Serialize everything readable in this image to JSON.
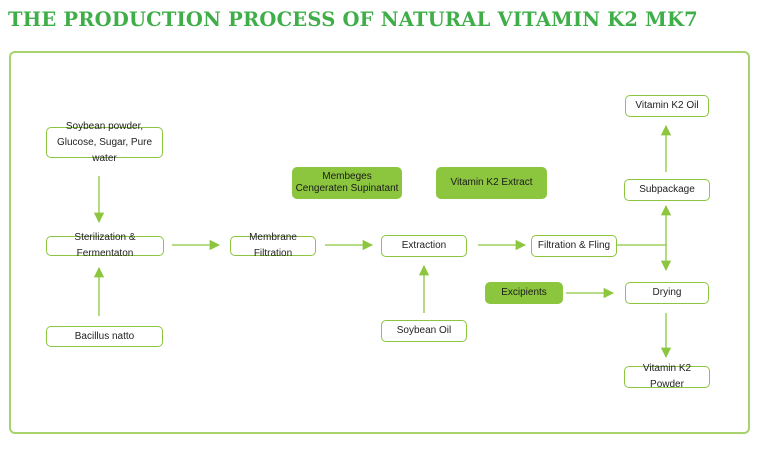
{
  "title": "THE PRODUCTION PROCESS OF NATURAL VITAMIN K2 MK7",
  "colors": {
    "accent": "#8cc63f",
    "title": "#3fae49",
    "frame": "#a6d36b"
  },
  "nodes": {
    "raw_materials": "Soybean powder, Glucose, Sugar, Pure water",
    "sterilization": "Sterilization & Fermentaton",
    "bacillus": "Bacillus natto",
    "membrane": "Membrane Filtration",
    "membrane_product": "Membeges Cengeraten Supinatant",
    "extraction": "Extraction",
    "k2_extract": "Vitamin K2 Extract",
    "soybean_oil": "Soybean Oil",
    "filtration": "Filtration & Fling",
    "excipients": "Excipients",
    "drying": "Drying",
    "k2_powder": "Vitamin K2 Powder",
    "subpackage": "Subpackage",
    "k2_oil": "Vitamin K2 Oil"
  }
}
